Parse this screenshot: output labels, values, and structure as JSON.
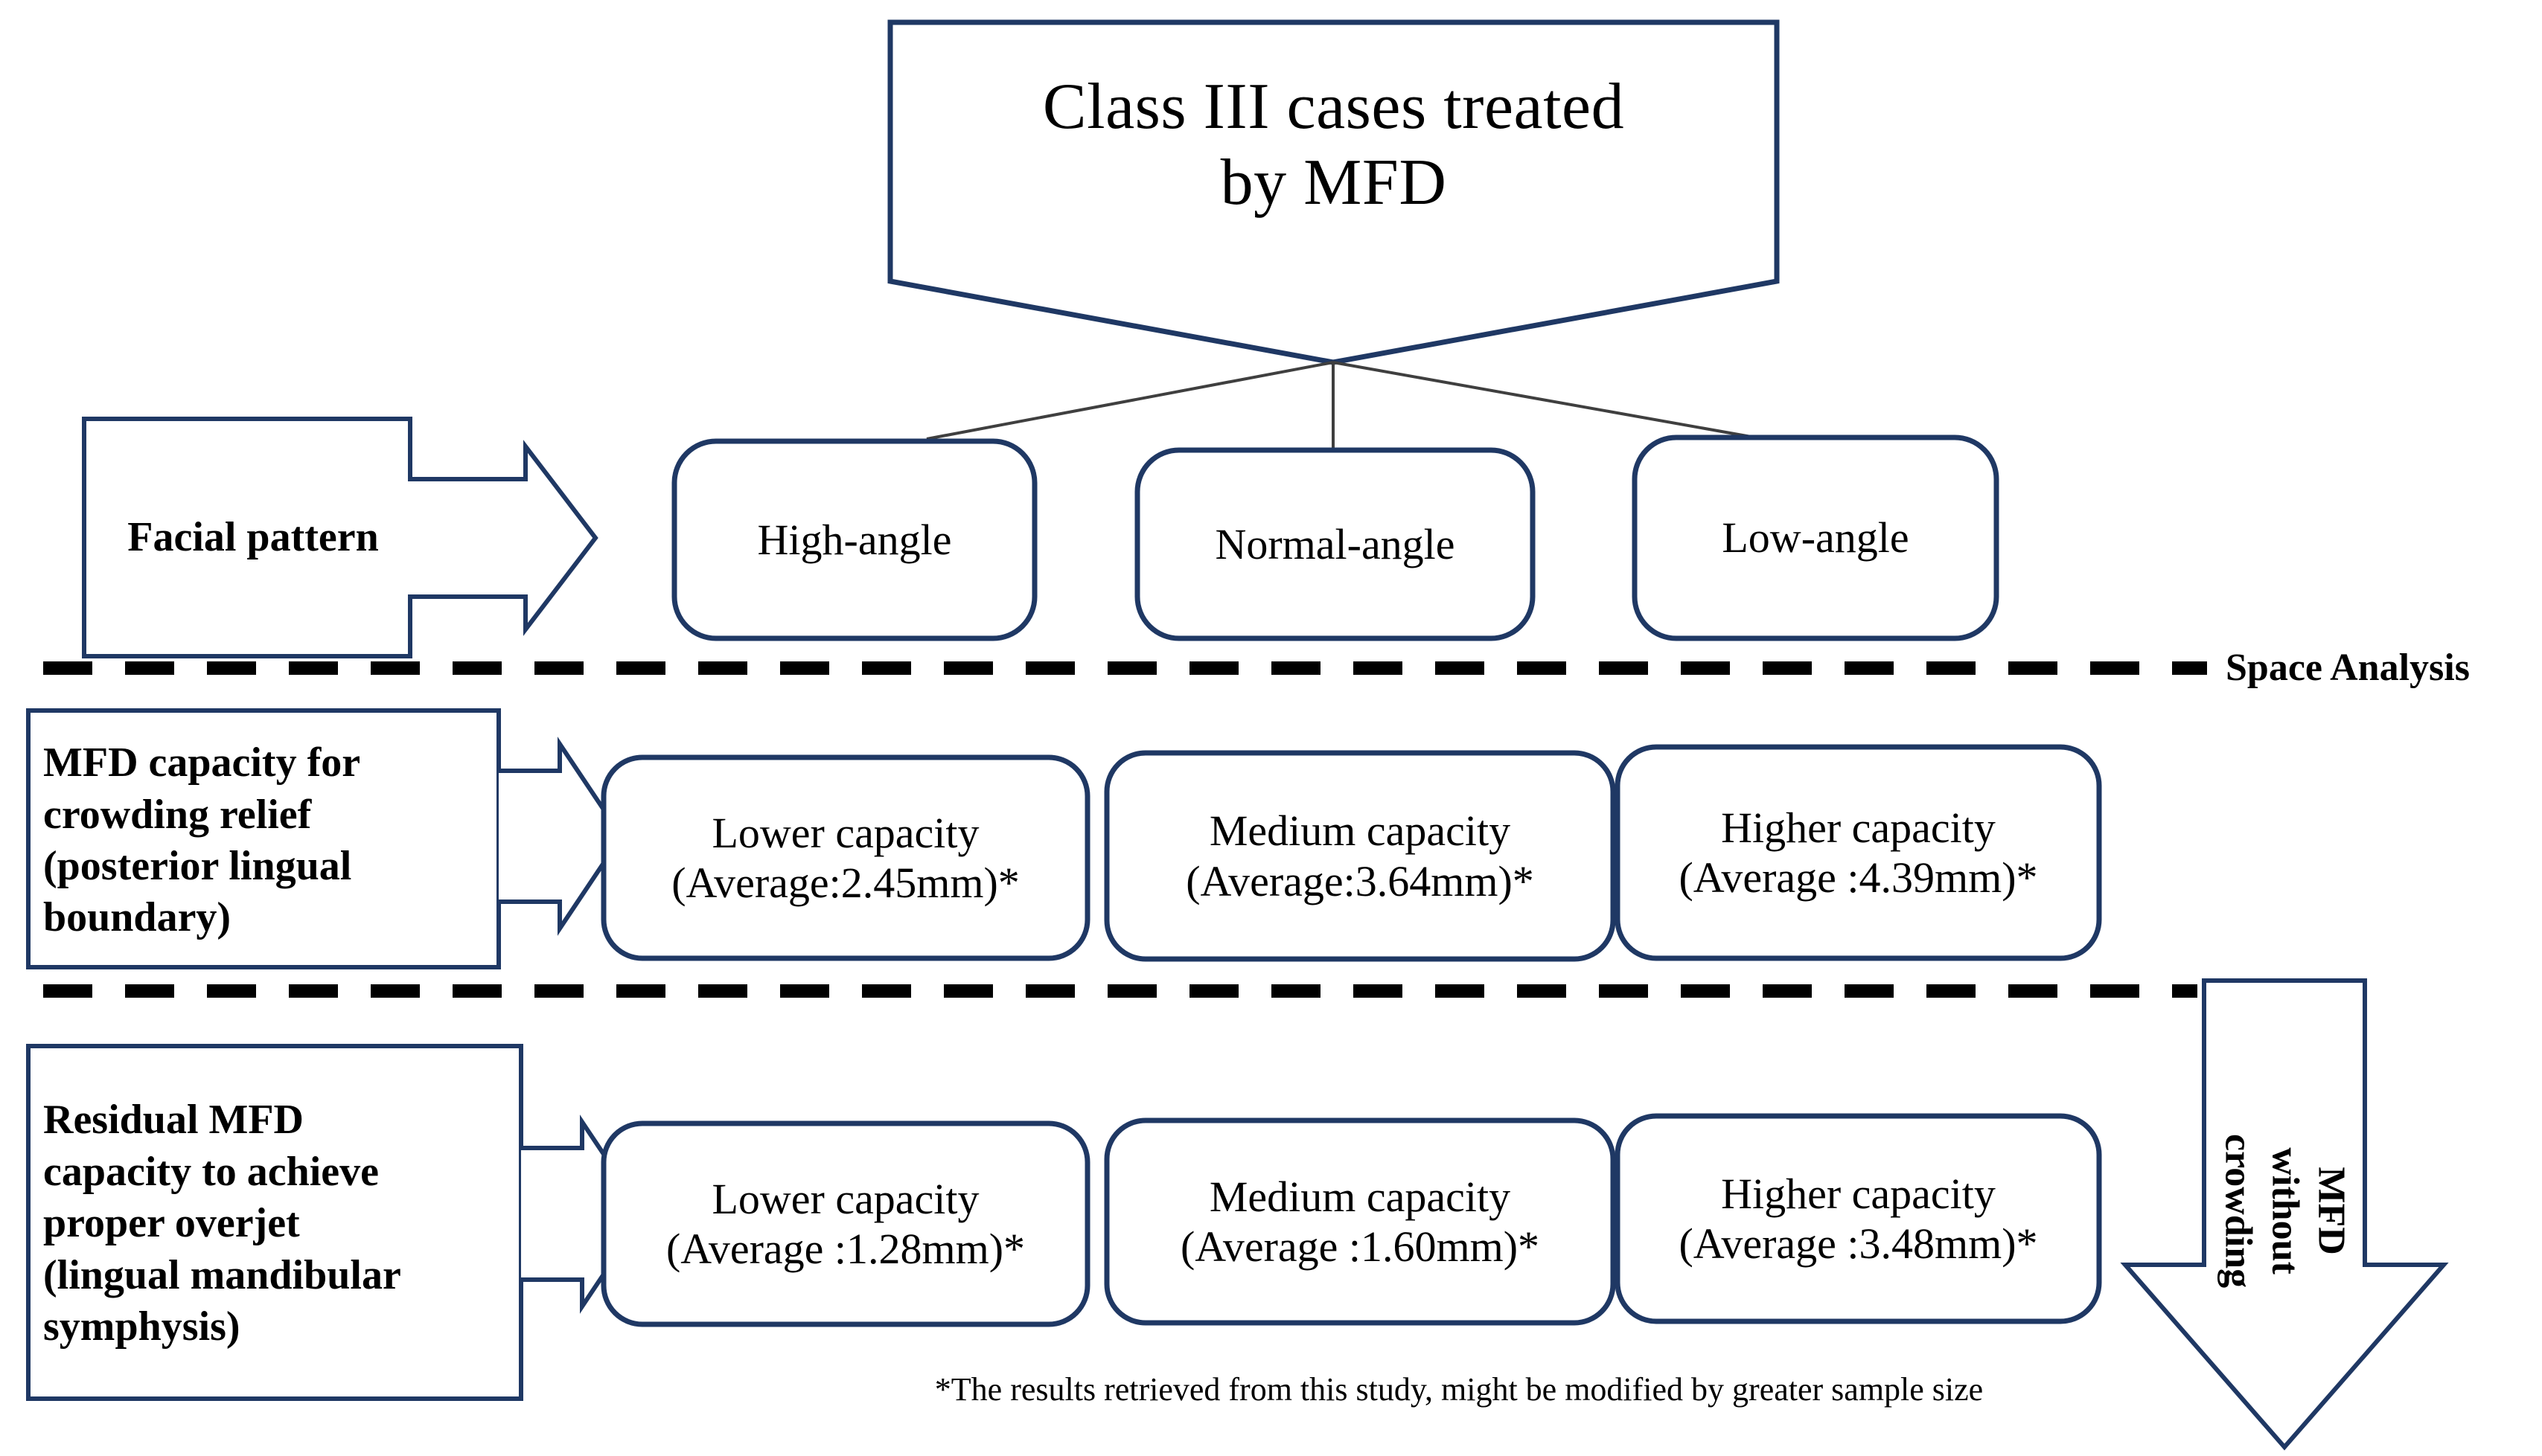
{
  "diagram": {
    "title": "Class III cases treated\nby MFD",
    "branch_row": {
      "side_label": "Facial pattern",
      "nodes": [
        {
          "label": "High-angle"
        },
        {
          "label": "Normal-angle"
        },
        {
          "label": "Low-angle"
        }
      ]
    },
    "divider_1_label": "Space Analysis",
    "crowding_row": {
      "side_label": "MFD capacity for\ncrowding relief\n(posterior lingual\nboundary)",
      "nodes": [
        {
          "label": "Lower capacity\n(Average:2.45mm)*",
          "level": "Lower",
          "average_mm": 2.45
        },
        {
          "label": "Medium capacity\n(Average:3.64mm)*",
          "level": "Medium",
          "average_mm": 3.64
        },
        {
          "label": "Higher capacity\n(Average :4.39mm)*",
          "level": "Higher",
          "average_mm": 4.39
        }
      ]
    },
    "overjet_row": {
      "side_label": "Residual MFD\ncapacity to achieve\nproper overjet\n(lingual mandibular\nsymphysis)",
      "nodes": [
        {
          "label": "Lower capacity\n(Average :1.28mm)*",
          "level": "Lower",
          "average_mm": 1.28
        },
        {
          "label": "Medium capacity\n(Average :1.60mm)*",
          "level": "Medium",
          "average_mm": 1.6
        },
        {
          "label": "Higher capacity\n(Average :3.48mm)*",
          "level": "Higher",
          "average_mm": 3.48
        }
      ]
    },
    "vertical_arrow_label": "MFD\nwithout crowding",
    "footnote": "*The results retrieved from this study, might be modified by greater sample size",
    "colors": {
      "box_border": "#1F3864",
      "connector": "#3F3F3F",
      "divider": "#000000",
      "text": "#000000",
      "background": "#FFFFFF"
    }
  }
}
